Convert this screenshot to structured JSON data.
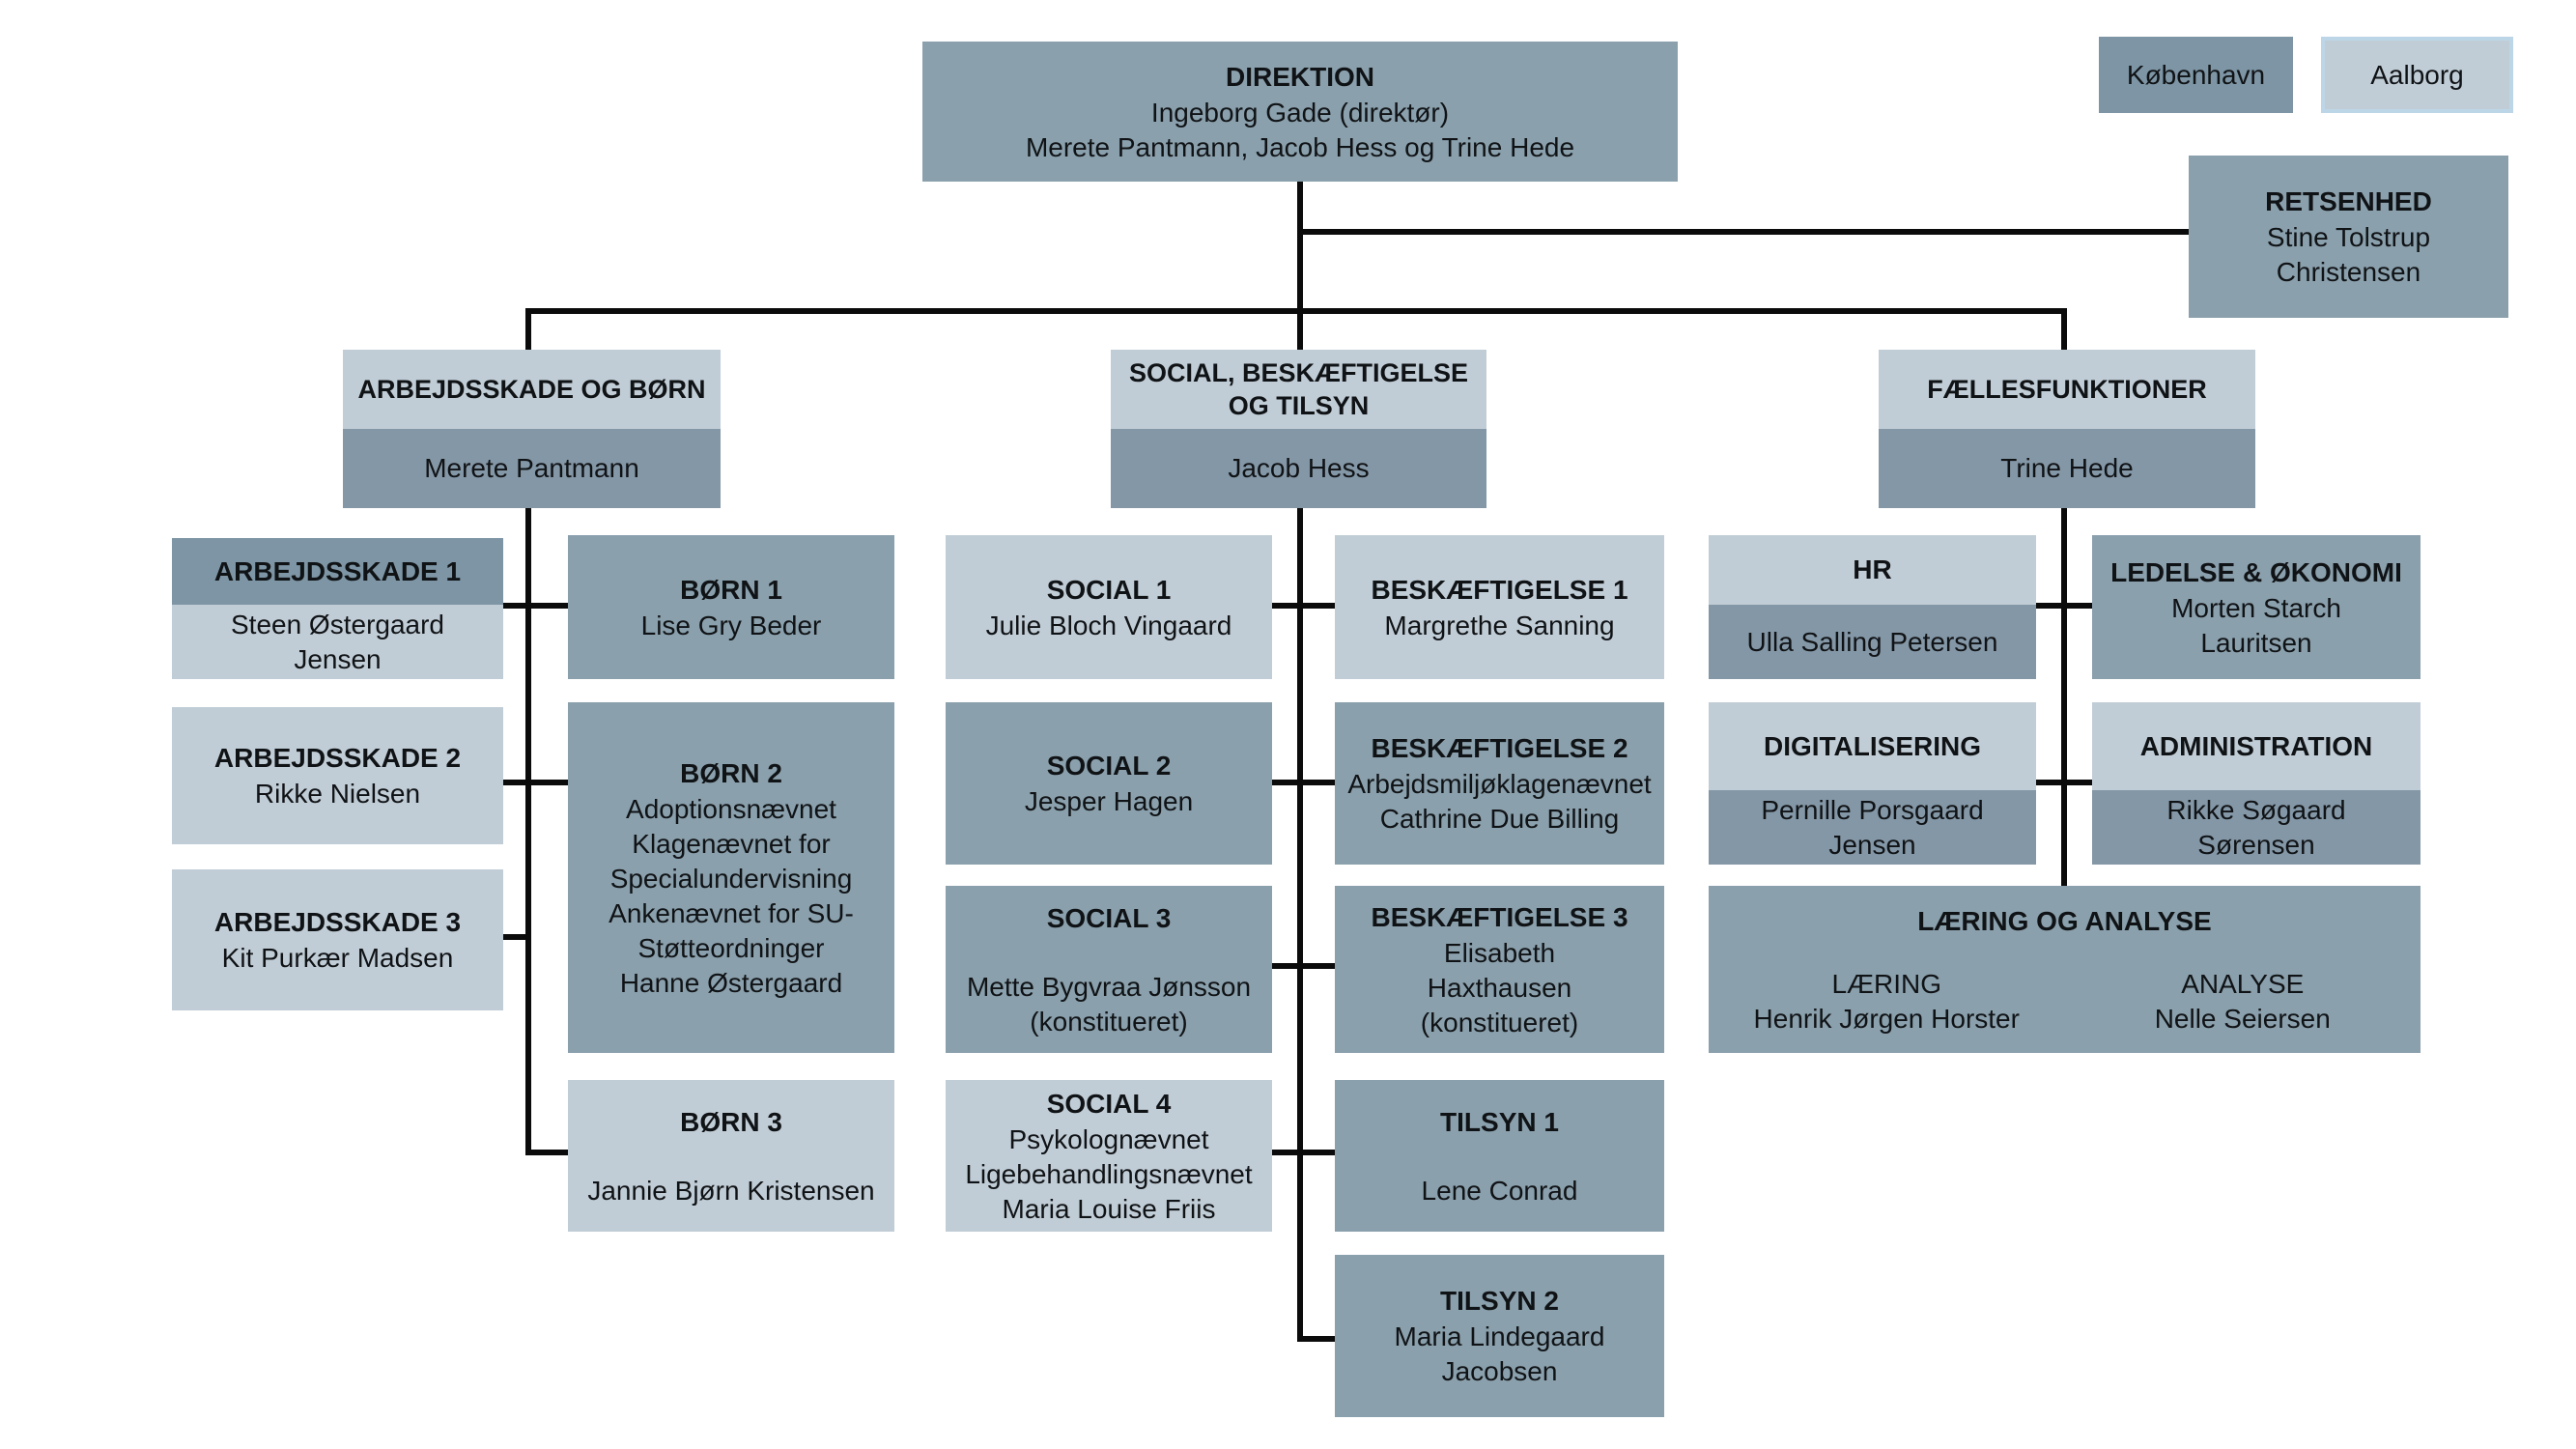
{
  "palette": {
    "dark": "#8AA0AC",
    "darker": "#7D95A4",
    "band": "#8497A6",
    "light": "#C1CDD6",
    "line": "#0b0b0b",
    "aalborg_border": "#BCD6E8"
  },
  "legend": {
    "kobenhavn": "København",
    "aalborg": "Aalborg"
  },
  "direktion": {
    "title": "DIREKTION",
    "lines": [
      "Ingeborg Gade (direktør)",
      "Merete Pantmann, Jacob Hess og Trine Hede"
    ]
  },
  "retsenhed": {
    "title": "RETSENHED",
    "lines": [
      "Stine Tolstrup",
      "Christensen"
    ]
  },
  "divisions": {
    "arbejdsskade_og_boern": {
      "title": "ARBEJDSSKADE OG BØRN",
      "head": "Merete Pantmann"
    },
    "social_beskaeftigelse_tilsyn": {
      "title": "SOCIAL, BESKÆFTIGELSE OG TILSYN",
      "head": "Jacob Hess"
    },
    "faellesfunktioner": {
      "title": "FÆLLESFUNKTIONER",
      "head": "Trine Hede"
    }
  },
  "units": {
    "arb1": {
      "title": "ARBEJDSSKADE 1",
      "lines": [
        "Steen Østergaard",
        "Jensen"
      ]
    },
    "arb2": {
      "title": "ARBEJDSSKADE 2",
      "lines": [
        "Rikke Nielsen"
      ]
    },
    "arb3": {
      "title": "ARBEJDSSKADE 3",
      "lines": [
        "Kit Purkær Madsen"
      ]
    },
    "born1": {
      "title": "BØRN 1",
      "lines": [
        "Lise Gry Beder"
      ]
    },
    "born2": {
      "title": "BØRN 2",
      "lines": [
        "Adoptionsnævnet",
        "Klagenævnet for",
        "Specialundervisning",
        "Ankenævnet for SU-",
        "Støtteordninger",
        "Hanne Østergaard"
      ]
    },
    "born3": {
      "title": "BØRN 3",
      "lines": [
        "Jannie Bjørn Kristensen"
      ]
    },
    "social1": {
      "title": "SOCIAL 1",
      "lines": [
        "Julie Bloch Vingaard"
      ]
    },
    "social2": {
      "title": "SOCIAL 2",
      "lines": [
        "Jesper Hagen"
      ]
    },
    "social3": {
      "title": "SOCIAL 3",
      "lines": [
        "Mette Bygvraa Jønsson",
        "(konstitueret)"
      ]
    },
    "social4": {
      "title": "SOCIAL 4",
      "lines": [
        "Psykolognævnet",
        "Ligebehandlingsnævnet",
        "Maria Louise Friis"
      ]
    },
    "besk1": {
      "title": "BESKÆFTIGELSE 1",
      "lines": [
        "Margrethe Sanning"
      ]
    },
    "besk2": {
      "title": "BESKÆFTIGELSE 2",
      "lines": [
        "Arbejdsmiljøklagenævnet",
        "Cathrine Due Billing"
      ]
    },
    "besk3": {
      "title": "BESKÆFTIGELSE 3",
      "lines": [
        "Elisabeth",
        "Haxthausen",
        "(konstitueret)"
      ]
    },
    "tilsyn1": {
      "title": "TILSYN 1",
      "lines": [
        "Lene Conrad"
      ]
    },
    "tilsyn2": {
      "title": "TILSYN 2",
      "lines": [
        "Maria Lindegaard",
        "Jacobsen"
      ]
    },
    "hr": {
      "title": "HR",
      "lines": [
        "Ulla Salling Petersen"
      ]
    },
    "digitalisering": {
      "title": "DIGITALISERING",
      "lines": [
        "Pernille Porsgaard",
        "Jensen"
      ]
    },
    "ledelse": {
      "title": "LEDELSE & ØKONOMI",
      "lines": [
        "Morten Starch",
        "Lauritsen"
      ]
    },
    "administration": {
      "title": "ADMINISTRATION",
      "lines": [
        "Rikke Søgaard",
        "Sørensen"
      ]
    }
  },
  "laering": {
    "title": "LÆRING OG ANALYSE",
    "left_title": "LÆRING",
    "left_name": "Henrik Jørgen Horster",
    "right_title": "ANALYSE",
    "right_name": "Nelle Seiersen"
  }
}
